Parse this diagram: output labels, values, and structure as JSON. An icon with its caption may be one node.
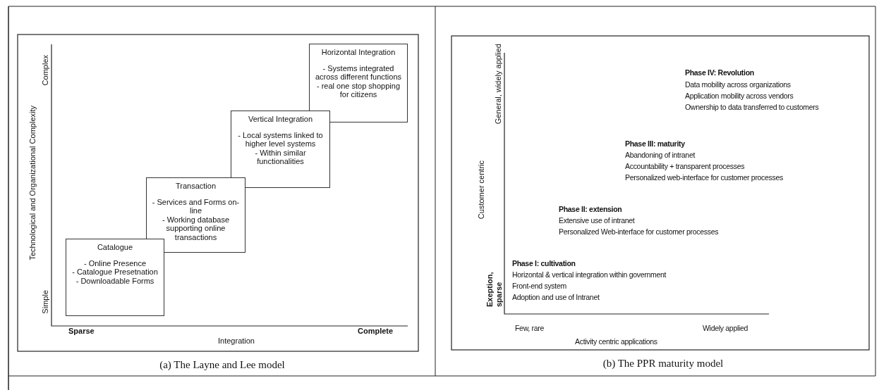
{
  "diagram": {
    "nodes": [
      {
        "text": [
          "Horizontal Integration",
          "- Systems integrated across different functions",
          "- real one stop shopping for citizens"
        ]
      },
      {
        "text": [
          "Vertical Integration",
          "- Local systems linked to higher level systems",
          "- Within similar functionalities"
        ]
      },
      {
        "text": [
          "Transaction",
          "- Services and Forms on-line",
          "- Working database supporting online transactions"
        ]
      },
      {
        "text": [
          "Catalogue",
          "- Online Presence",
          "- Catalogue Presetnation",
          "- Downloadable Forms"
        ]
      }
    ],
    "labels": [
      "Complex",
      "Technological and Organizational Complexity",
      "Simple",
      "Sparse",
      "Complete",
      "Integration",
      "(a) The Layne and Lee model",
      "General, widely applied",
      "Customer centric",
      "Exeption, sparse",
      "Phase IV: Revolution",
      "Data mobility across organizations",
      "Application mobility across vendors",
      "Ownership to data transferred to customers",
      "Phase III: maturity",
      "Abandoning of intranet",
      "Accountability + transparent processes",
      "Personalized web-interface for customer processes",
      "Phase II: extension",
      "Extensive use of intranet",
      "Personalized Web-interface for customer processes",
      "Phase I: cultivation",
      "Horizontal & vertical integration within government",
      "Front-end system",
      "Adoption and use of Intranet",
      "Few, rare",
      "Widely applied",
      "Activity centric applications",
      "(b) The PPR maturity model"
    ]
  }
}
